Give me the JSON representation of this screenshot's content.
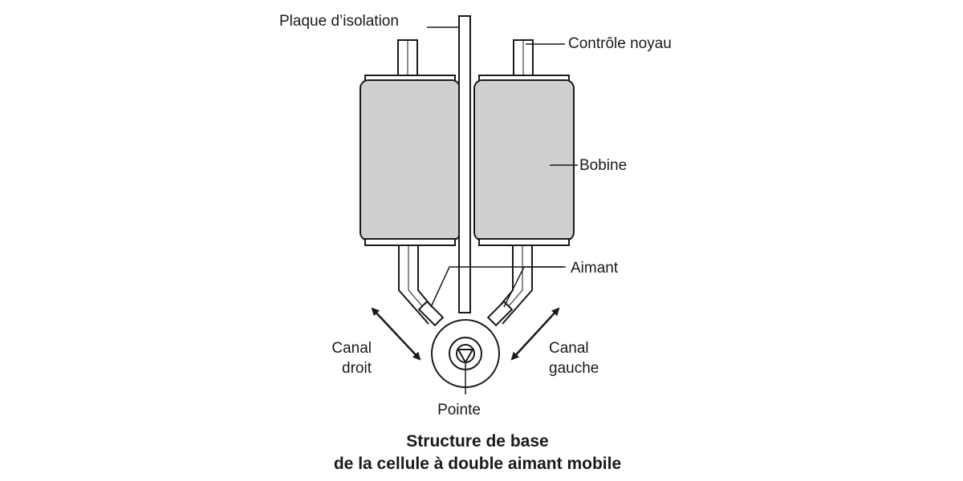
{
  "labels": {
    "insulation_plate": "Plaque d’isolation",
    "core_control": "Contrôle noyau",
    "coil": "Bobine",
    "magnet": "Aimant",
    "right_channel_line1": "Canal",
    "right_channel_line2": "droit",
    "left_channel_line1": "Canal",
    "left_channel_line2": "gauche",
    "stylus_tip": "Pointe"
  },
  "caption": {
    "line1": "Structure de base",
    "line2": "de la cellule à double aimant mobile"
  },
  "colors": {
    "stroke": "#1a1a1a",
    "coil_fill": "#cfcfcf",
    "background": "#ffffff"
  }
}
